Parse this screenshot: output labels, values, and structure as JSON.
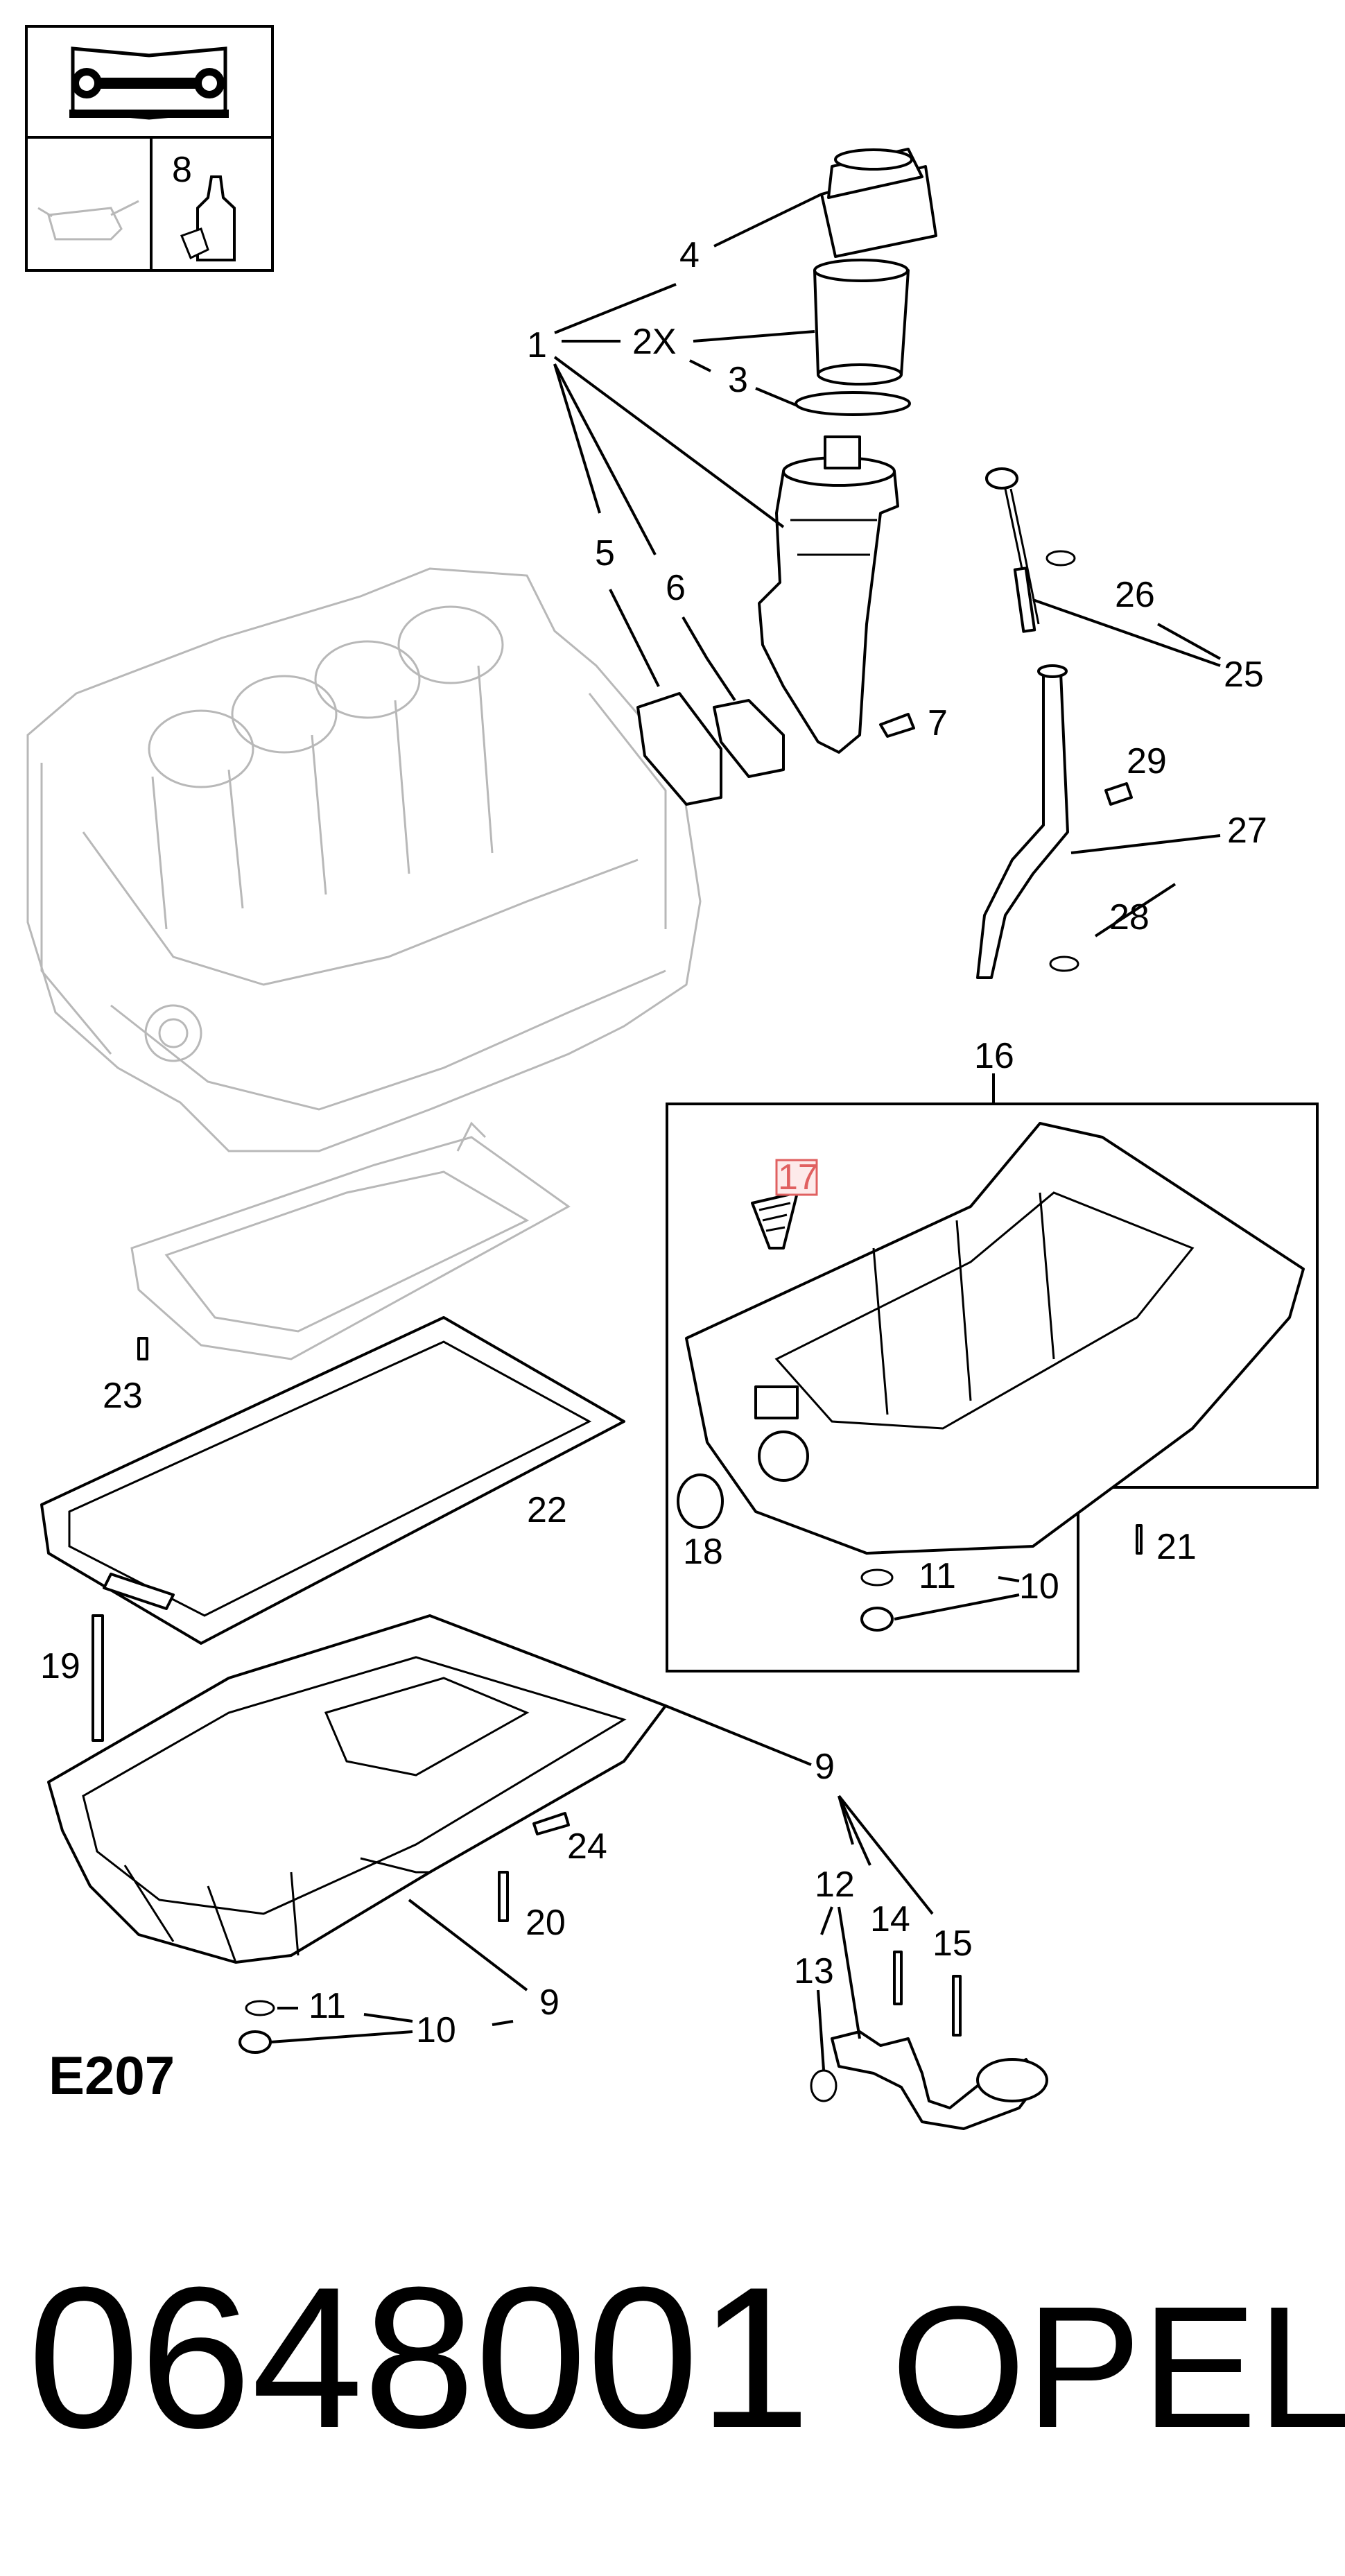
{
  "legend": {
    "number": "8"
  },
  "callouts": [
    {
      "id": "c1",
      "label": "1"
    },
    {
      "id": "c2x",
      "label": "2X"
    },
    {
      "id": "c3",
      "label": "3"
    },
    {
      "id": "c4",
      "label": "4"
    },
    {
      "id": "c5",
      "label": "5"
    },
    {
      "id": "c6",
      "label": "6"
    },
    {
      "id": "c7",
      "label": "7"
    },
    {
      "id": "c9a",
      "label": "9"
    },
    {
      "id": "c9b",
      "label": "9"
    },
    {
      "id": "c10a",
      "label": "10"
    },
    {
      "id": "c10b",
      "label": "10"
    },
    {
      "id": "c11a",
      "label": "11"
    },
    {
      "id": "c11b",
      "label": "11"
    },
    {
      "id": "c12",
      "label": "12"
    },
    {
      "id": "c13",
      "label": "13"
    },
    {
      "id": "c14",
      "label": "14"
    },
    {
      "id": "c15",
      "label": "15"
    },
    {
      "id": "c16",
      "label": "16"
    },
    {
      "id": "c17",
      "label": "17"
    },
    {
      "id": "c18",
      "label": "18"
    },
    {
      "id": "c19",
      "label": "19"
    },
    {
      "id": "c20",
      "label": "20"
    },
    {
      "id": "c21",
      "label": "21"
    },
    {
      "id": "c22",
      "label": "22"
    },
    {
      "id": "c23",
      "label": "23"
    },
    {
      "id": "c24",
      "label": "24"
    },
    {
      "id": "c25",
      "label": "25"
    },
    {
      "id": "c26",
      "label": "26"
    },
    {
      "id": "c27",
      "label": "27"
    },
    {
      "id": "c28",
      "label": "28"
    },
    {
      "id": "c29",
      "label": "29"
    }
  ],
  "reference_code": "E207",
  "part_number": "0648001",
  "brand": "OPEL",
  "colors": {
    "line": "#000000",
    "ghost_line": "#b8b8b8",
    "highlight_17": "#e06060"
  }
}
